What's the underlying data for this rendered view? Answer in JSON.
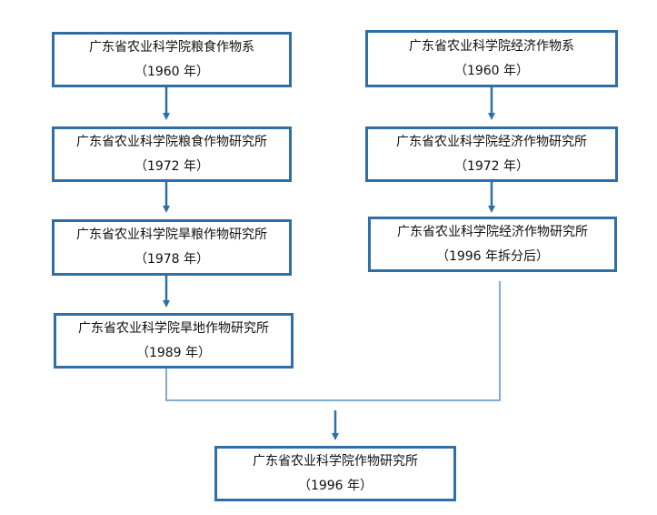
{
  "colors": {
    "box_border": "#2e6fa8",
    "arrow": "#2e6fa8",
    "connector": "#5b8fc4"
  },
  "nodes": {
    "left_1": {
      "name": "广东省农业科学院粮食作物系",
      "year": "（1960 年）"
    },
    "left_2": {
      "name": "广东省农业科学院粮食作物研究所",
      "year": "（1972 年）"
    },
    "left_3": {
      "name": "广东省农业科学院旱粮作物研究所",
      "year": "（1978 年）"
    },
    "left_4": {
      "name": "广东省农业科学院旱地作物研究所",
      "year": "（1989 年）"
    },
    "right_1": {
      "name": "广东省农业科学院经济作物系",
      "year": "（1960 年）"
    },
    "right_2": {
      "name": "广东省农业科学院经济作物研究所",
      "year": "（1972 年）"
    },
    "right_3": {
      "name": "广东省农业科学院经济作物研究所",
      "year": "（1996 年拆分后）"
    },
    "merged": {
      "name": "广东省农业科学院作物研究所",
      "year": "（1996 年）"
    }
  }
}
